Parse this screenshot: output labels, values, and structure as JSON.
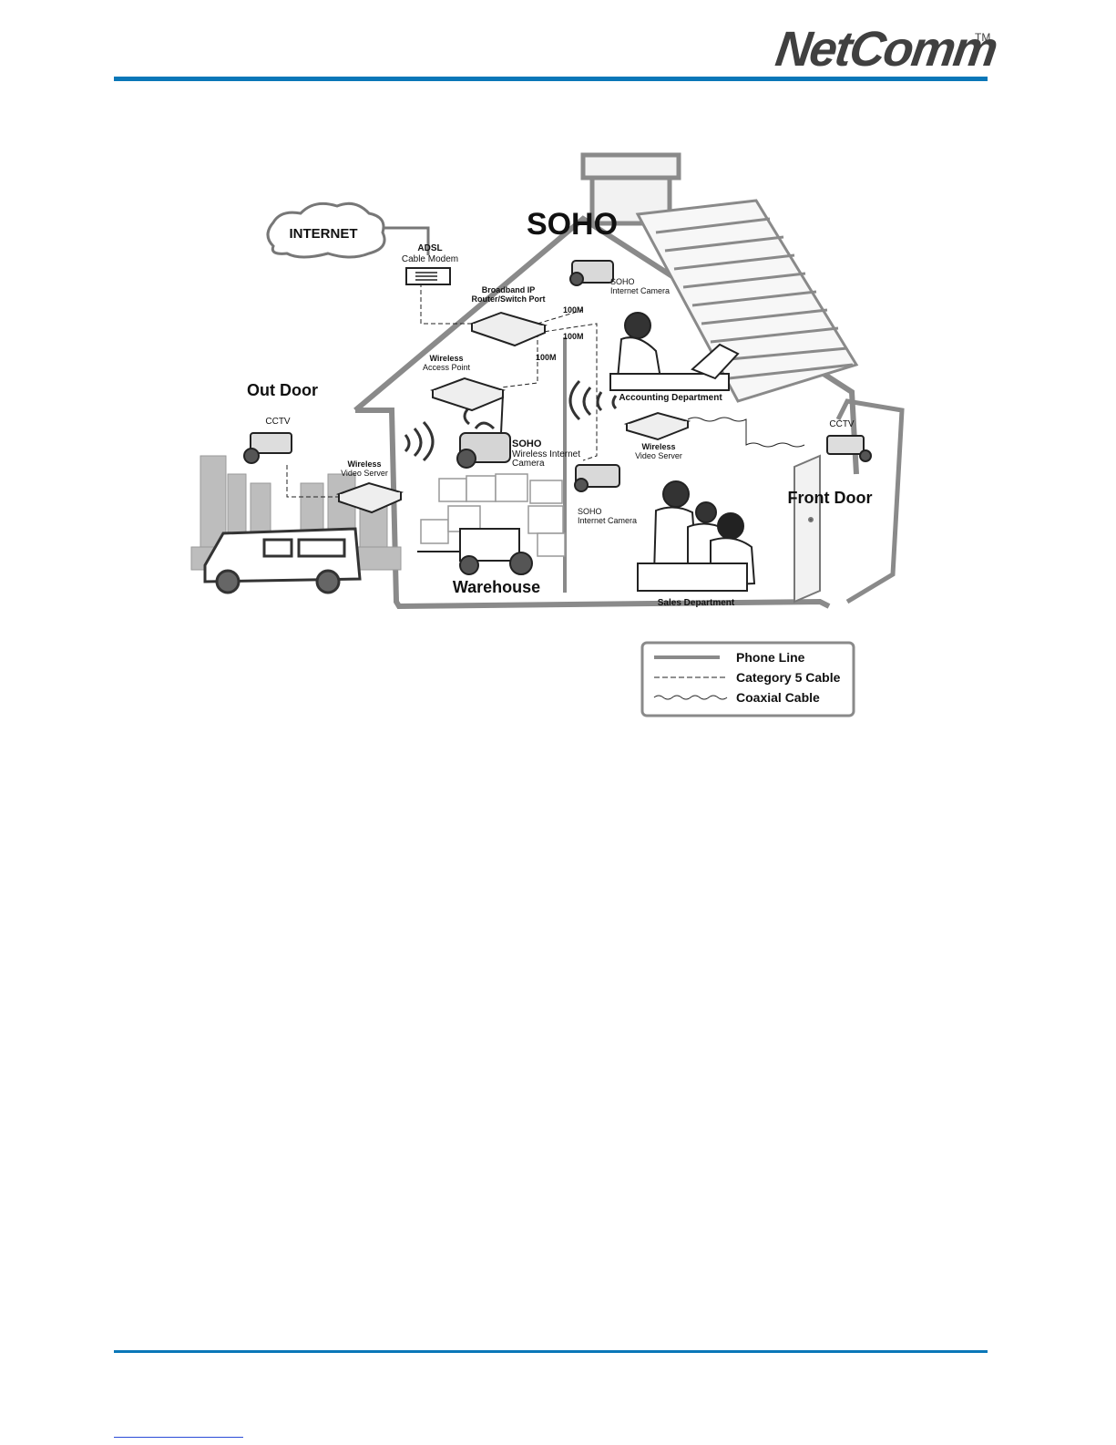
{
  "header": {
    "logo_text": "NetComm",
    "logo_tm": "TM",
    "brand_color": "#0a77b8"
  },
  "diagram": {
    "title": "SOHO",
    "cloud": "INTERNET",
    "modem": [
      "ADSL",
      "Cable Modem"
    ],
    "router": [
      "Broadband IP",
      "Router/Switch Port"
    ],
    "links": [
      "100M",
      "100M",
      "100M"
    ],
    "access_point": [
      "Wireless",
      "Access Point"
    ],
    "soho_camera_top": [
      "SOHO",
      "Internet Camera"
    ],
    "accounting": "Accounting Department",
    "out_door": "Out Door",
    "cctv_left": "CCTV",
    "video_server_left": [
      "Wireless",
      "Video Server"
    ],
    "wireless_camera": [
      "SOHO",
      "Wireless Internet",
      "Camera"
    ],
    "video_server_right": [
      "Wireless",
      "Video Server"
    ],
    "cctv_right": "CCTV",
    "front_door": "Front Door",
    "soho_camera_mid": [
      "SOHO",
      "Internet Camera"
    ],
    "warehouse": "Warehouse",
    "sales": "Sales Department"
  },
  "legend": {
    "items": [
      {
        "style": "solid",
        "label": "Phone Line"
      },
      {
        "style": "dashed",
        "label": "Category 5 Cable"
      },
      {
        "style": "wavy",
        "label": "Coaxial Cable"
      }
    ]
  }
}
